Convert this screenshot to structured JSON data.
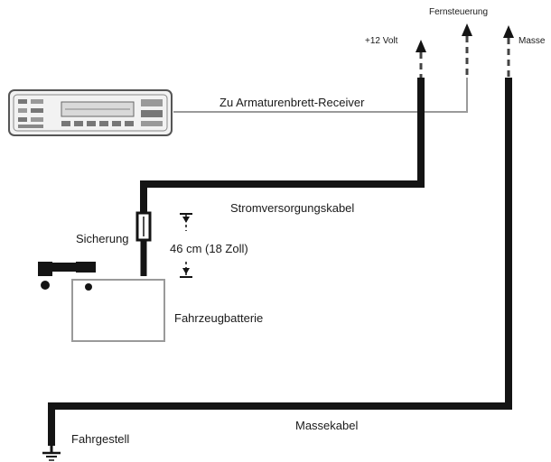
{
  "labels": {
    "remote_control": "Fernsteuerung",
    "plus_12_volt": "+12 Volt",
    "ground_top": "Masse",
    "to_dashboard_receiver": "Zu Armaturenbrett-Receiver",
    "power_cable": "Stromversorgungskabel",
    "fuse": "Sicherung",
    "fuse_distance": "46 cm (18 Zoll)",
    "vehicle_battery": "Fahrzeugbatterie",
    "ground_cable": "Massekabel",
    "chassis": "Fahrgestell"
  },
  "colors": {
    "thick_wire": "#141414",
    "thin_wire": "#9a9a9a",
    "text": "#1a1a1a"
  }
}
